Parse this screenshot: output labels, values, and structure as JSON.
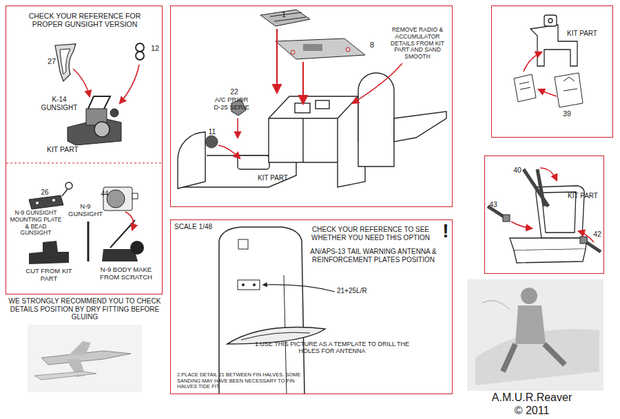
{
  "diagram": {
    "nodes": [
      {
        "text": [
          "CHECK YOUR REFERENCE FOR PROPER GUNSIGHT VERSION",
          "27",
          "12",
          "K-14 GUNSIGHT",
          "KIT PART",
          "26",
          "N-9 GUNSIGHT MOUNTING PLATE & BEAD GUNSIGHT",
          "44",
          "N-9 GUNSIGHT",
          "CUT FROM KIT PART",
          "N-9 BODY MAKE FROM SCRATCH"
        ]
      },
      {
        "text": [
          "1",
          "8",
          "REMOVE RADIO & ACCUMULATOR DETAILS FROM KIT PART AND SAND SMOOTH",
          "22",
          "A/C PRIOR D-25 SERIE",
          "11",
          "KIT PART"
        ]
      },
      {
        "text": [
          "KIT PART",
          "39"
        ]
      },
      {
        "text": [
          "40",
          "KIT PART",
          "43",
          "42"
        ]
      },
      {
        "text": [
          "SCALE 1/48",
          "CHECK YOUR REFERENCE TO SEE WHETHER YOU NEED THIS OPTION",
          "!",
          "AN/APS-13 TAIL WARNING ANTENNA & REINFORCEMENT PLATES POSITION",
          "21+25L/R",
          "1.USE THIS PICTURE AS A TEMPLATE TO DRILL THE HOLES FOR ANTENNA",
          "2.PLACE DETAIL 21 BETWEEN FIN HALVES. SOME SANDING MAY HAVE BEEN NECESSARY TO FIN HALVES TIDE FIT"
        ]
      }
    ],
    "labels": [
      "WE STRONGLY RECOMMEND YOU TO CHECK DETAILS POSITION BY DRY FITTING BEFORE GLUING",
      "A.M.U.R.Reaver",
      "© 2011"
    ]
  }
}
